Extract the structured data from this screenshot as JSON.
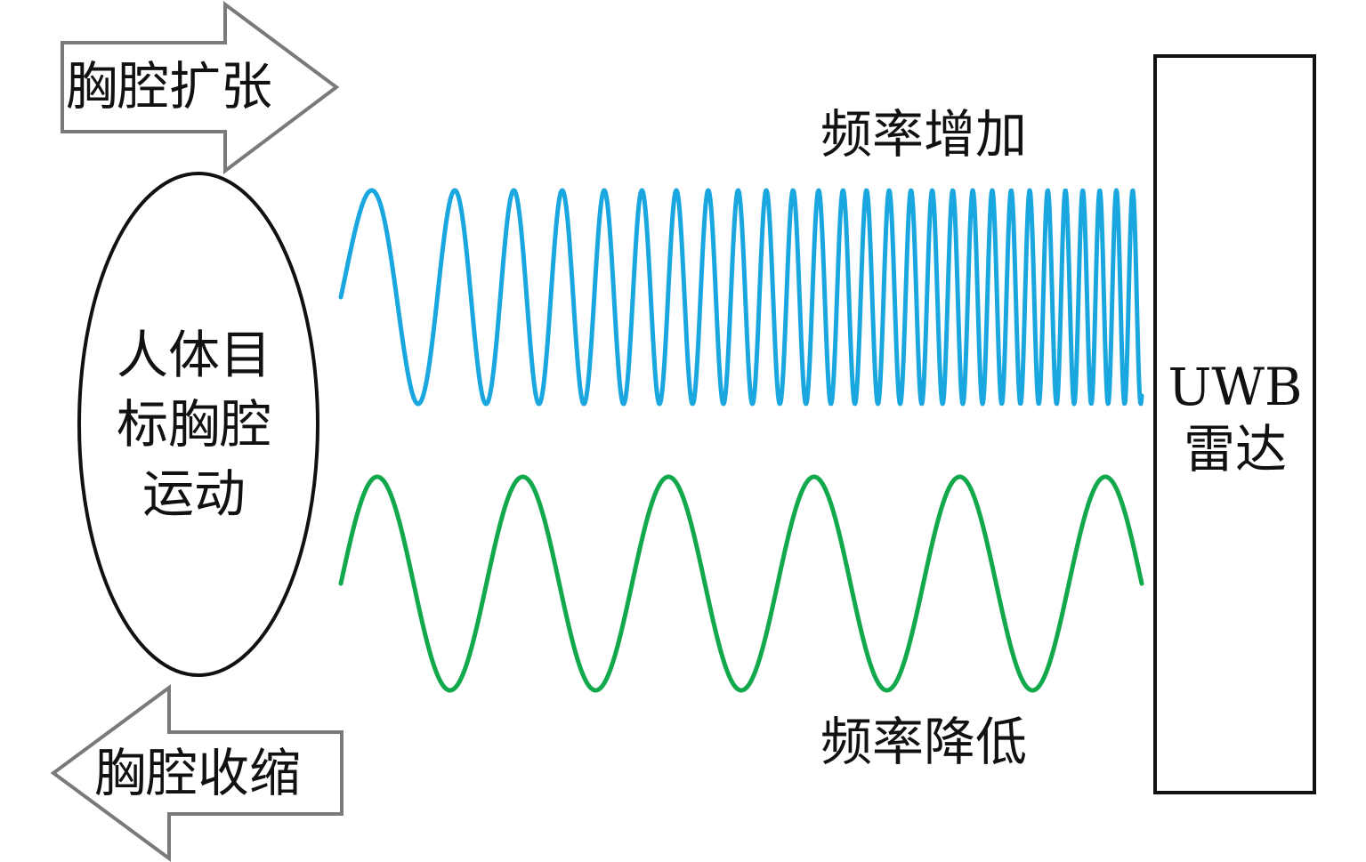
{
  "labels": {
    "expand_arrow": "胸腔扩张",
    "contract_arrow": "胸腔收缩",
    "target_line1": "人体目",
    "target_line2": "标胸腔",
    "target_line3": "运动",
    "radar_line1": "UWB",
    "radar_line2": "雷达",
    "freq_increase": "频率增加",
    "freq_decrease": "频率降低"
  },
  "colors": {
    "wave_increase": "#1aa7e0",
    "wave_decrease": "#12a84c",
    "outline": "#111111",
    "arrow_outline": "#7a7a7a"
  }
}
